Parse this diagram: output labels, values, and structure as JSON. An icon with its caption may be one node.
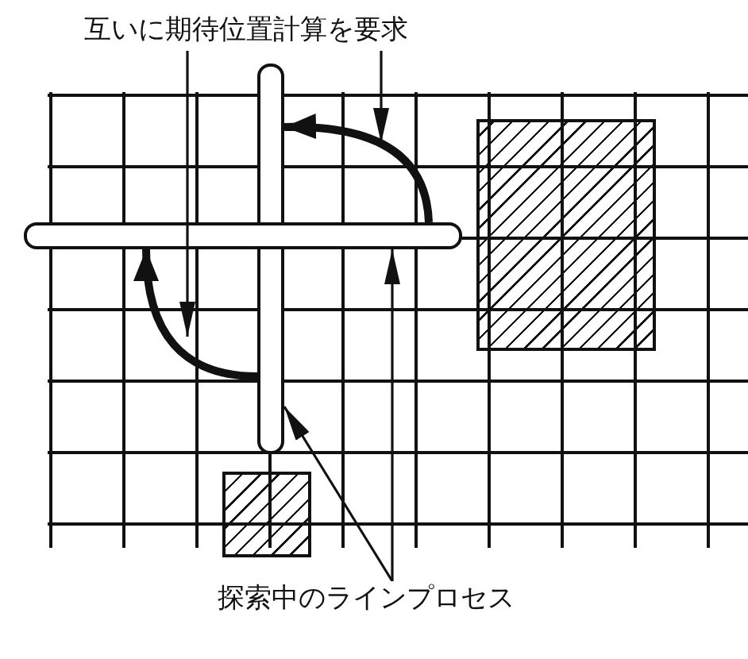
{
  "diagram": {
    "nodes": [
      {
        "text": [
          "互いに期待位置計算を要求"
        ]
      },
      {
        "text": [],
        "shape": "bar"
      },
      {
        "text": [],
        "shape": "bar"
      },
      {
        "text": [
          "探索中のラインプロセス"
        ]
      },
      {
        "text": [],
        "shape": "box"
      },
      {
        "text": [],
        "shape": "box"
      }
    ],
    "edges": [
      {
        "from": 2,
        "to": 1,
        "arrow": "to",
        "style": "thick"
      },
      {
        "from": 1,
        "to": 2,
        "arrow": "to",
        "style": "thick"
      },
      {
        "from": 0,
        "to": null,
        "arrow": "to"
      },
      {
        "from": 0,
        "to": null,
        "arrow": "to"
      },
      {
        "from": 3,
        "to": 1,
        "arrow": "to"
      },
      {
        "from": 3,
        "to": 2,
        "arrow": "to"
      }
    ]
  }
}
